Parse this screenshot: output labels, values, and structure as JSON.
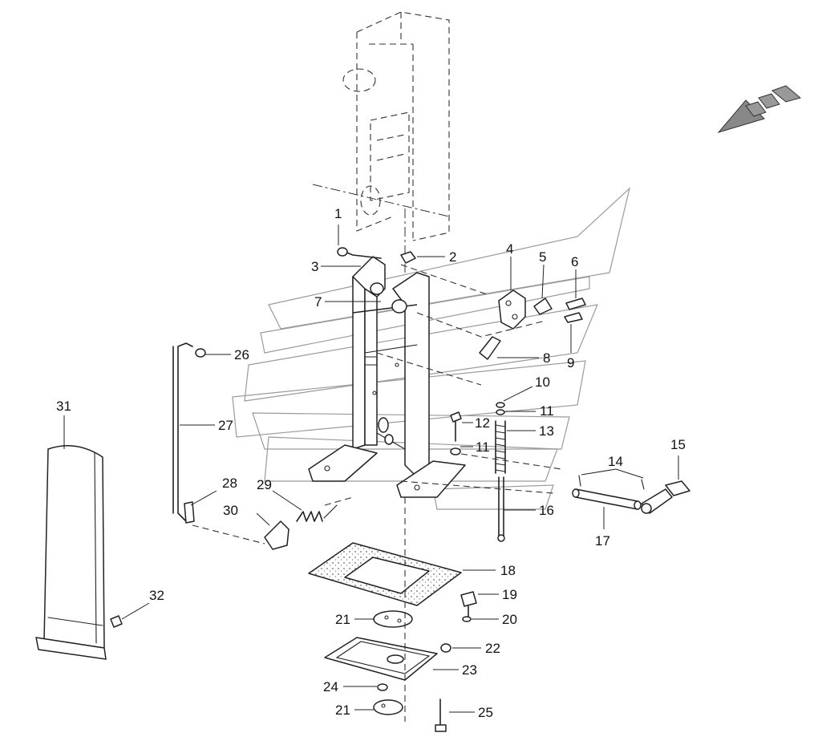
{
  "parts": [
    {
      "id": "1",
      "label": "1"
    },
    {
      "id": "2",
      "label": "2"
    },
    {
      "id": "3",
      "label": "3"
    },
    {
      "id": "4",
      "label": "4"
    },
    {
      "id": "5",
      "label": "5"
    },
    {
      "id": "6",
      "label": "6"
    },
    {
      "id": "7",
      "label": "7"
    },
    {
      "id": "8",
      "label": "8"
    },
    {
      "id": "9",
      "label": "9"
    },
    {
      "id": "10",
      "label": "10"
    },
    {
      "id": "11",
      "label": "11"
    },
    {
      "id": "11b",
      "label": "11"
    },
    {
      "id": "12",
      "label": "12"
    },
    {
      "id": "13",
      "label": "13"
    },
    {
      "id": "14",
      "label": "14"
    },
    {
      "id": "15",
      "label": "15"
    },
    {
      "id": "16",
      "label": "16"
    },
    {
      "id": "17",
      "label": "17"
    },
    {
      "id": "18",
      "label": "18"
    },
    {
      "id": "19",
      "label": "19"
    },
    {
      "id": "20",
      "label": "20"
    },
    {
      "id": "21",
      "label": "21"
    },
    {
      "id": "21b",
      "label": "21"
    },
    {
      "id": "22",
      "label": "22"
    },
    {
      "id": "23",
      "label": "23"
    },
    {
      "id": "24",
      "label": "24"
    },
    {
      "id": "25",
      "label": "25"
    },
    {
      "id": "26",
      "label": "26"
    },
    {
      "id": "27",
      "label": "27"
    },
    {
      "id": "28",
      "label": "28"
    },
    {
      "id": "29",
      "label": "29"
    },
    {
      "id": "30",
      "label": "30"
    },
    {
      "id": "31",
      "label": "31"
    },
    {
      "id": "32",
      "label": "32"
    }
  ],
  "colors": {
    "line": "#222222",
    "watermark": "#9a9a9a",
    "arrow_fill": "#888888"
  },
  "icons": {
    "direction_arrow": "front-direction-arrow-icon"
  }
}
